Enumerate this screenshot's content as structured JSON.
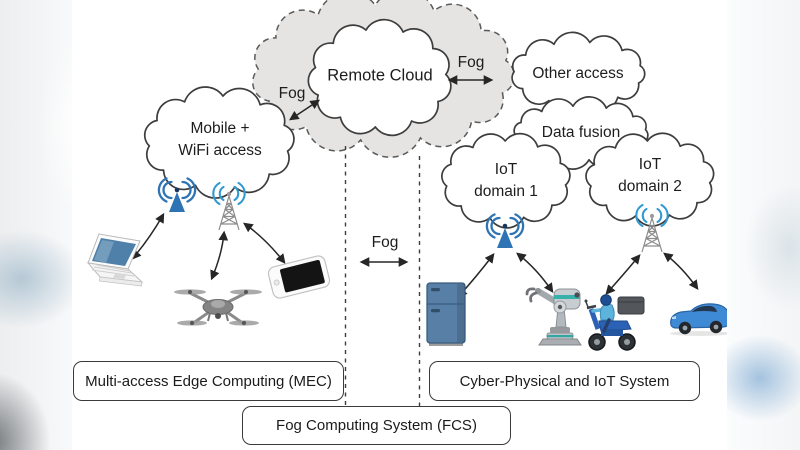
{
  "title": "Fog / Edge / IoT architecture diagram",
  "clouds": {
    "remote_cloud": "Remote Cloud",
    "mobile_wifi": "Mobile +\nWiFi access",
    "other_access": "Other access",
    "data_fusion": "Data fusion",
    "iot_domain_1": "IoT\ndomain 1",
    "iot_domain_2": "IoT\ndomain 2"
  },
  "fog": {
    "left": "Fog",
    "right": "Fog",
    "middle": "Fog"
  },
  "boxes": {
    "mec": "Multi-access Edge Computing (MEC)",
    "cyber_physical": "Cyber-Physical and IoT System",
    "fcs": "Fog Computing System (FCS)"
  },
  "icons": [
    {
      "name": "wifi-access-point-icon-left"
    },
    {
      "name": "cell-tower-icon-left"
    },
    {
      "name": "wifi-access-point-icon-right"
    },
    {
      "name": "cell-tower-icon-right"
    },
    {
      "name": "laptop-icon"
    },
    {
      "name": "drone-icon"
    },
    {
      "name": "smartphone-icon"
    },
    {
      "name": "fridge-icon"
    },
    {
      "name": "robot-arm-icon"
    },
    {
      "name": "delivery-scooter-icon"
    },
    {
      "name": "car-icon"
    }
  ],
  "colors": {
    "accent_blue": "#2e74b5",
    "tower_blue": "#2f9ad2",
    "cloud_gray": "#e5e4e3",
    "dash_gray": "#5a5a5a",
    "line_dark": "#3d3d3d",
    "device_blue": "#3f8ad4",
    "fridge_blue": "#587fa5",
    "text": "#1d1d1d"
  }
}
